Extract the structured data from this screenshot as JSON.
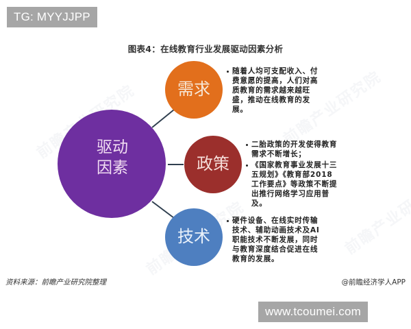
{
  "overlay": {
    "top_tag": "TG: MYYJJPP",
    "bottom_tag": "www.tcoumei.com"
  },
  "title": "图表4：在线教育行业发展驱动因素分析",
  "colors": {
    "center": "#6e2fa0",
    "demand": "#e26f1c",
    "policy": "#9b2f2c",
    "tech": "#4e7fc0",
    "connector": "#2f3f4f"
  },
  "diagram": {
    "center": {
      "line1": "驱动",
      "line2": "因素"
    },
    "factors": [
      {
        "label": "需求",
        "bullets": [
          "随着人均可支配收入、付费意愿的提高，人们对高质教育的需求越来越旺盛，推动在线教育的发展。"
        ]
      },
      {
        "label": "政策",
        "bullets": [
          "二胎政策的开发使得教育需求不断增长；",
          "《国家教育事业发展十三五规划》《教育部2018工作要点》等政策不断提出推行网络学习应用普及。"
        ]
      },
      {
        "label": "技术",
        "bullets": [
          "硬件设备、在线实时传输技术、辅助动画技术及AI职能技术不断发展，同时与教育深度结合促进在线教育的发展。"
        ]
      }
    ]
  },
  "footer": {
    "source": "资料来源：前瞻产业研究院整理",
    "copyright": "@前瞻经济学人APP"
  },
  "watermark_text": "前瞻产业研究院"
}
